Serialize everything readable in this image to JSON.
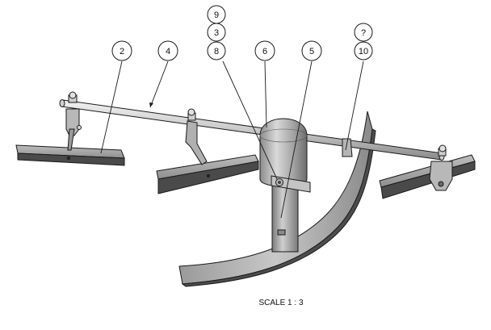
{
  "balloons": [
    {
      "id": "b2",
      "label": "2"
    },
    {
      "id": "b4",
      "label": "4"
    },
    {
      "id": "b9",
      "label": "9"
    },
    {
      "id": "b3",
      "label": "3"
    },
    {
      "id": "b8",
      "label": "8"
    },
    {
      "id": "b6",
      "label": "6"
    },
    {
      "id": "b5",
      "label": "5"
    },
    {
      "id": "bq",
      "label": "?"
    },
    {
      "id": "b10",
      "label": "10"
    }
  ],
  "scale_label": "SCALE 1 : 3",
  "colors": {
    "metal_light": "#d7d7d7",
    "metal_mid": "#a9a9a9",
    "metal_dark": "#5e5e5e",
    "blade_dark": "#4a4a4a",
    "line": "#1a1a1a"
  }
}
